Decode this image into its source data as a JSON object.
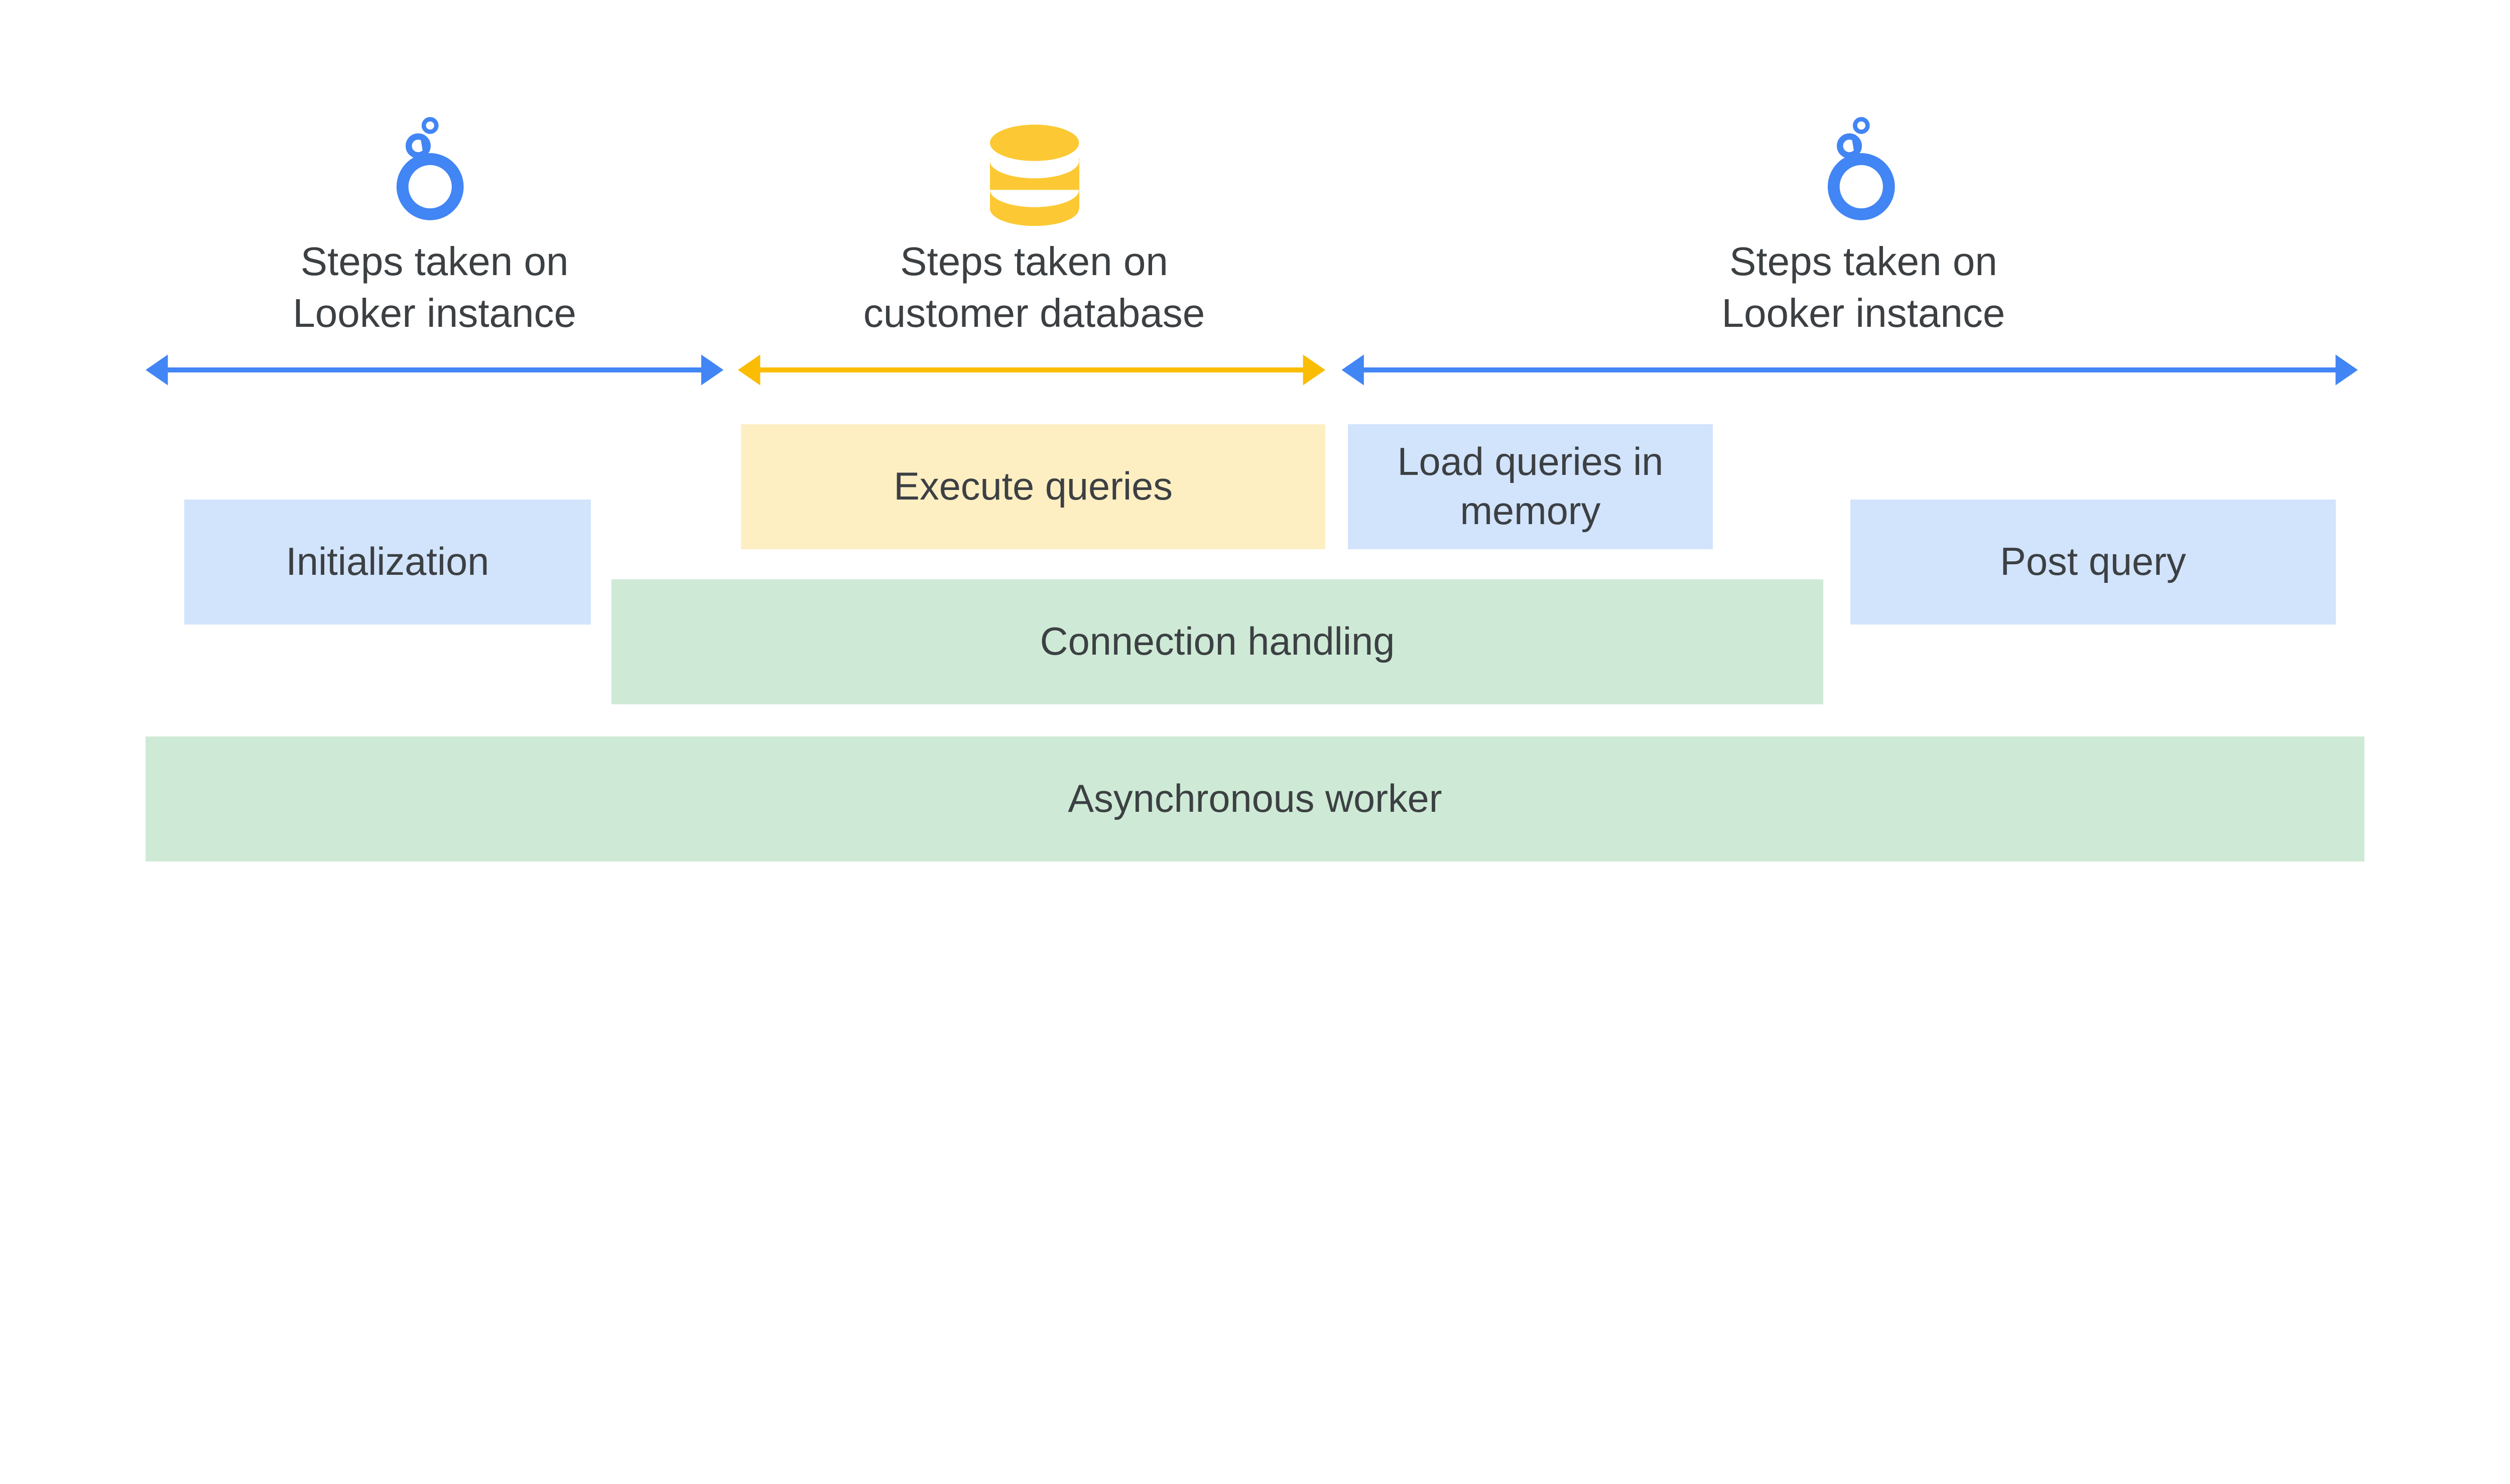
{
  "colors": {
    "blue": "#4285f4",
    "yellow": "#fbbc04",
    "text": "#3c4043",
    "light_blue": "#d2e3fc",
    "light_yellow": "#feefc3",
    "light_green": "#ceead6",
    "db_yellow": "#fcc934"
  },
  "sections": [
    {
      "icon": "looker-logo-icon",
      "line1": "Steps taken on",
      "line2": "Looker instance"
    },
    {
      "icon": "database-icon",
      "line1": "Steps taken on",
      "line2": "customer database"
    },
    {
      "icon": "looker-logo-icon",
      "line1": "Steps taken on",
      "line2": "Looker instance"
    }
  ],
  "boxes": {
    "initialization": "Initialization",
    "execute_queries": "Execute queries",
    "load_queries": "Load queries in memory",
    "post_query": "Post query",
    "connection_handling": "Connection handling",
    "async_worker": "Asynchronous worker"
  }
}
